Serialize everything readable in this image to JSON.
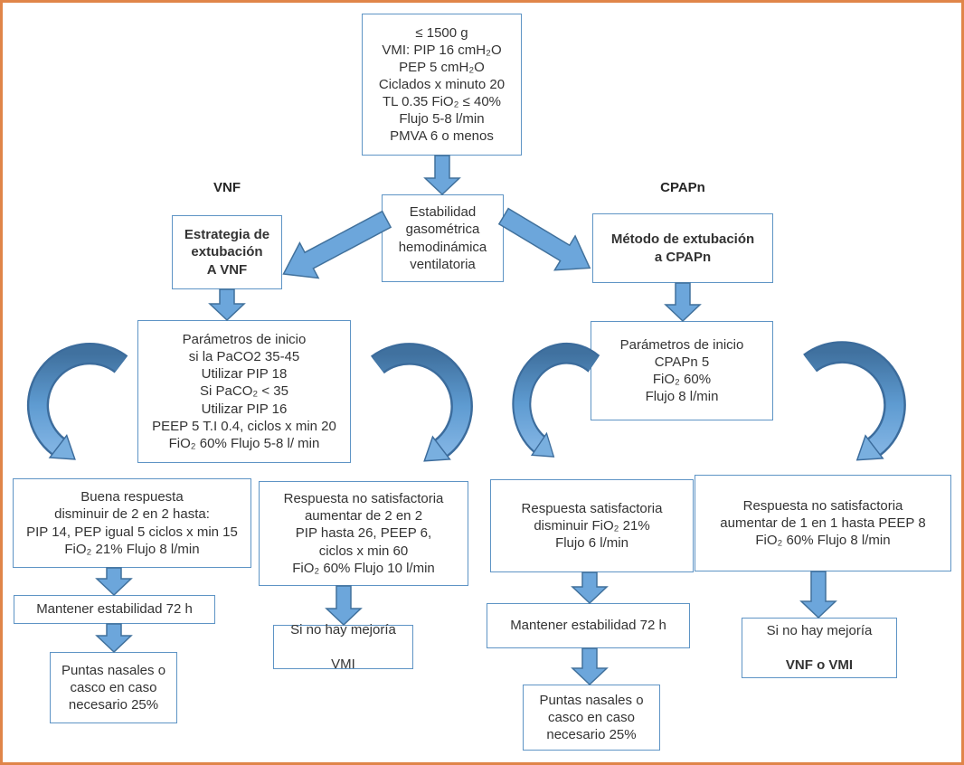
{
  "diagram": {
    "branch_labels": {
      "left": "VNF",
      "right": "CPAPn"
    },
    "colors": {
      "frame_border": "#E08549",
      "box_border": "#5E94C5",
      "arrow_fill": "#6CA6DB",
      "arrow_outline": "#41719C",
      "curve_dark": "#3C6C9C",
      "curve_light": "#79AFDF",
      "text": "#333333"
    },
    "boxes": {
      "entry": "≤ 1500 g\nVMI: PIP 16 cmH₂O\nPEP 5 cmH₂O\nCiclados x minuto 20\nTL 0.35 FiO₂ ≤ 40%\nFlujo 5-8 l/min\nPMVA 6 o menos",
      "stability": "Estabilidad\ngasométrica\nhemodinámica\nventilatoria",
      "strategy_vnf": "Estrategia de\nextubación\nA VNF",
      "method_cpapn": "Método de extubación\na CPAPn",
      "params_vnf": "Parámetros de inicio\nsi la PaCO2 35-45\nUtilizar PIP 18\nSi PaCO₂ < 35\nUtilizar PIP 16\nPEEP 5 T.I 0.4, ciclos x min 20\nFiO₂ 60% Flujo 5-8 l/ min",
      "params_cpapn": "Parámetros de inicio\nCPAPn 5\nFiO₂ 60%\nFlujo 8 l/min",
      "good_response_vnf": "Buena respuesta\ndisminuir de 2 en 2 hasta:\nPIP 14, PEP igual 5 ciclos x min 15\nFiO₂ 21% Flujo 8 l/min",
      "bad_response_vnf": "Respuesta no satisfactoria\naumentar de 2 en 2\nPIP hasta 26, PEEP 6,\nciclos x min 60\nFiO₂ 60% Flujo 10 l/min",
      "good_response_cpapn": "Respuesta satisfactoria\ndisminuir FiO₂ 21%\nFlujo 6 l/min",
      "bad_response_cpapn": "Respuesta no satisfactoria\naumentar de 1 en 1 hasta PEEP 8\nFiO₂ 60% Flujo 8 l/min",
      "maintain_vnf": "Mantener estabilidad 72 h",
      "nasal_vnf": "Puntas nasales o\ncasco en caso\nnecesario 25%",
      "no_improvement_vnf_line1": "Si no hay mejoría",
      "no_improvement_vnf_line2": "VMI",
      "maintain_cpapn": "Mantener estabilidad 72 h",
      "nasal_cpapn": "Puntas nasales o\ncasco en caso\nnecesario 25%",
      "no_improvement_cpapn_line1": "Si no hay mejoría",
      "no_improvement_cpapn_line2": "VNF o VMI"
    },
    "arrows": [
      {
        "from": "entry",
        "to": "stability",
        "style": "straight-down"
      },
      {
        "from": "stability",
        "to": "strategy_vnf",
        "style": "diagonal-down-left"
      },
      {
        "from": "stability",
        "to": "method_cpapn",
        "style": "diagonal-down-right"
      },
      {
        "from": "strategy_vnf",
        "to": "params_vnf",
        "style": "straight-down"
      },
      {
        "from": "method_cpapn",
        "to": "params_cpapn",
        "style": "straight-down"
      },
      {
        "from": "params_vnf",
        "to": "good_response_vnf",
        "style": "curved-down"
      },
      {
        "from": "params_vnf",
        "to": "bad_response_vnf",
        "style": "curved-down"
      },
      {
        "from": "params_cpapn",
        "to": "good_response_cpapn",
        "style": "curved-down"
      },
      {
        "from": "params_cpapn",
        "to": "bad_response_cpapn",
        "style": "curved-down"
      },
      {
        "from": "good_response_vnf",
        "to": "maintain_vnf",
        "style": "straight-down"
      },
      {
        "from": "maintain_vnf",
        "to": "nasal_vnf",
        "style": "straight-down"
      },
      {
        "from": "bad_response_vnf",
        "to": "no_improvement_vnf",
        "style": "straight-down"
      },
      {
        "from": "good_response_cpapn",
        "to": "maintain_cpapn",
        "style": "straight-down"
      },
      {
        "from": "maintain_cpapn",
        "to": "nasal_cpapn",
        "style": "straight-down"
      },
      {
        "from": "bad_response_cpapn",
        "to": "no_improvement_cpapn",
        "style": "straight-down"
      }
    ]
  }
}
